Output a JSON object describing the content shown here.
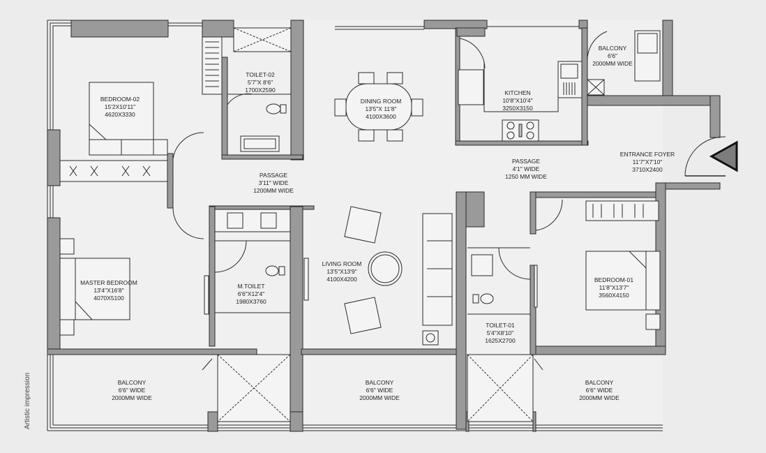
{
  "plan": {
    "colors": {
      "background": "#ececec",
      "wall": "#9a9a9a",
      "wall_stroke": "#2a2a2a",
      "floor": "#f0f0f0",
      "text": "#222222"
    },
    "side_note": "Artistic impression",
    "rooms": [
      {
        "id": "bedroom-02",
        "name": "BEDROOM-02",
        "dim_ft": "15'2X10'11\"",
        "dim_mm": "4620X3330"
      },
      {
        "id": "toilet-02",
        "name": "TOILET-02",
        "dim_ft": "5'7\"X 8'6\"",
        "dim_mm": "1700X2590"
      },
      {
        "id": "dining-room",
        "name": "DINING ROOM",
        "dim_ft": "13'5\"X 11'8\"",
        "dim_mm": "4100X3600"
      },
      {
        "id": "kitchen",
        "name": "KITCHEN",
        "dim_ft": "10'8\"X10'4\"",
        "dim_mm": "3250X3150"
      },
      {
        "id": "balcony-kitchen",
        "name": "BALCONY",
        "dim_ft": "6'6\"",
        "dim_mm": "2000MM  WIDE"
      },
      {
        "id": "entrance-foyer",
        "name": "ENTRANCE FOYER",
        "dim_ft": "11'7\"X7'10\"",
        "dim_mm": "3710X2400"
      },
      {
        "id": "passage-1",
        "name": "PASSAGE",
        "dim_ft": "3'11\" WIDE",
        "dim_mm": "1200MM WIDE"
      },
      {
        "id": "passage-2",
        "name": "PASSAGE",
        "dim_ft": "4'1\" WIDE",
        "dim_mm": "1250 MM WIDE"
      },
      {
        "id": "master-bedroom",
        "name": "MASTER BEDROOM",
        "dim_ft": "13'4\"X16'8\"",
        "dim_mm": "4070X5100"
      },
      {
        "id": "m-toilet",
        "name": "M.TOILET",
        "dim_ft": "6'6\"X12'4\"",
        "dim_mm": "1980X3760"
      },
      {
        "id": "living-room",
        "name": "LIVING ROOM",
        "dim_ft": "13'5\"X13'9\"",
        "dim_mm": "4100X4200"
      },
      {
        "id": "toilet-01",
        "name": "TOILET-01",
        "dim_ft": "5'4\"X8'10\"",
        "dim_mm": "1625X2700"
      },
      {
        "id": "bedroom-01",
        "name": "BEDROOM-01",
        "dim_ft": "11'8\"X13'7\"",
        "dim_mm": "3560X4150"
      },
      {
        "id": "balcony-left",
        "name": "BALCONY",
        "dim_ft": "6'6\" WIDE",
        "dim_mm": "2000MM WIDE"
      },
      {
        "id": "balcony-center",
        "name": "BALCONY",
        "dim_ft": "6'6\" WIDE",
        "dim_mm": "2000MM WIDE"
      },
      {
        "id": "balcony-right",
        "name": "BALCONY",
        "dim_ft": "6'6\" WIDE",
        "dim_mm": "2000MM WIDE"
      }
    ],
    "entrance_marker": "entrance-arrow"
  }
}
